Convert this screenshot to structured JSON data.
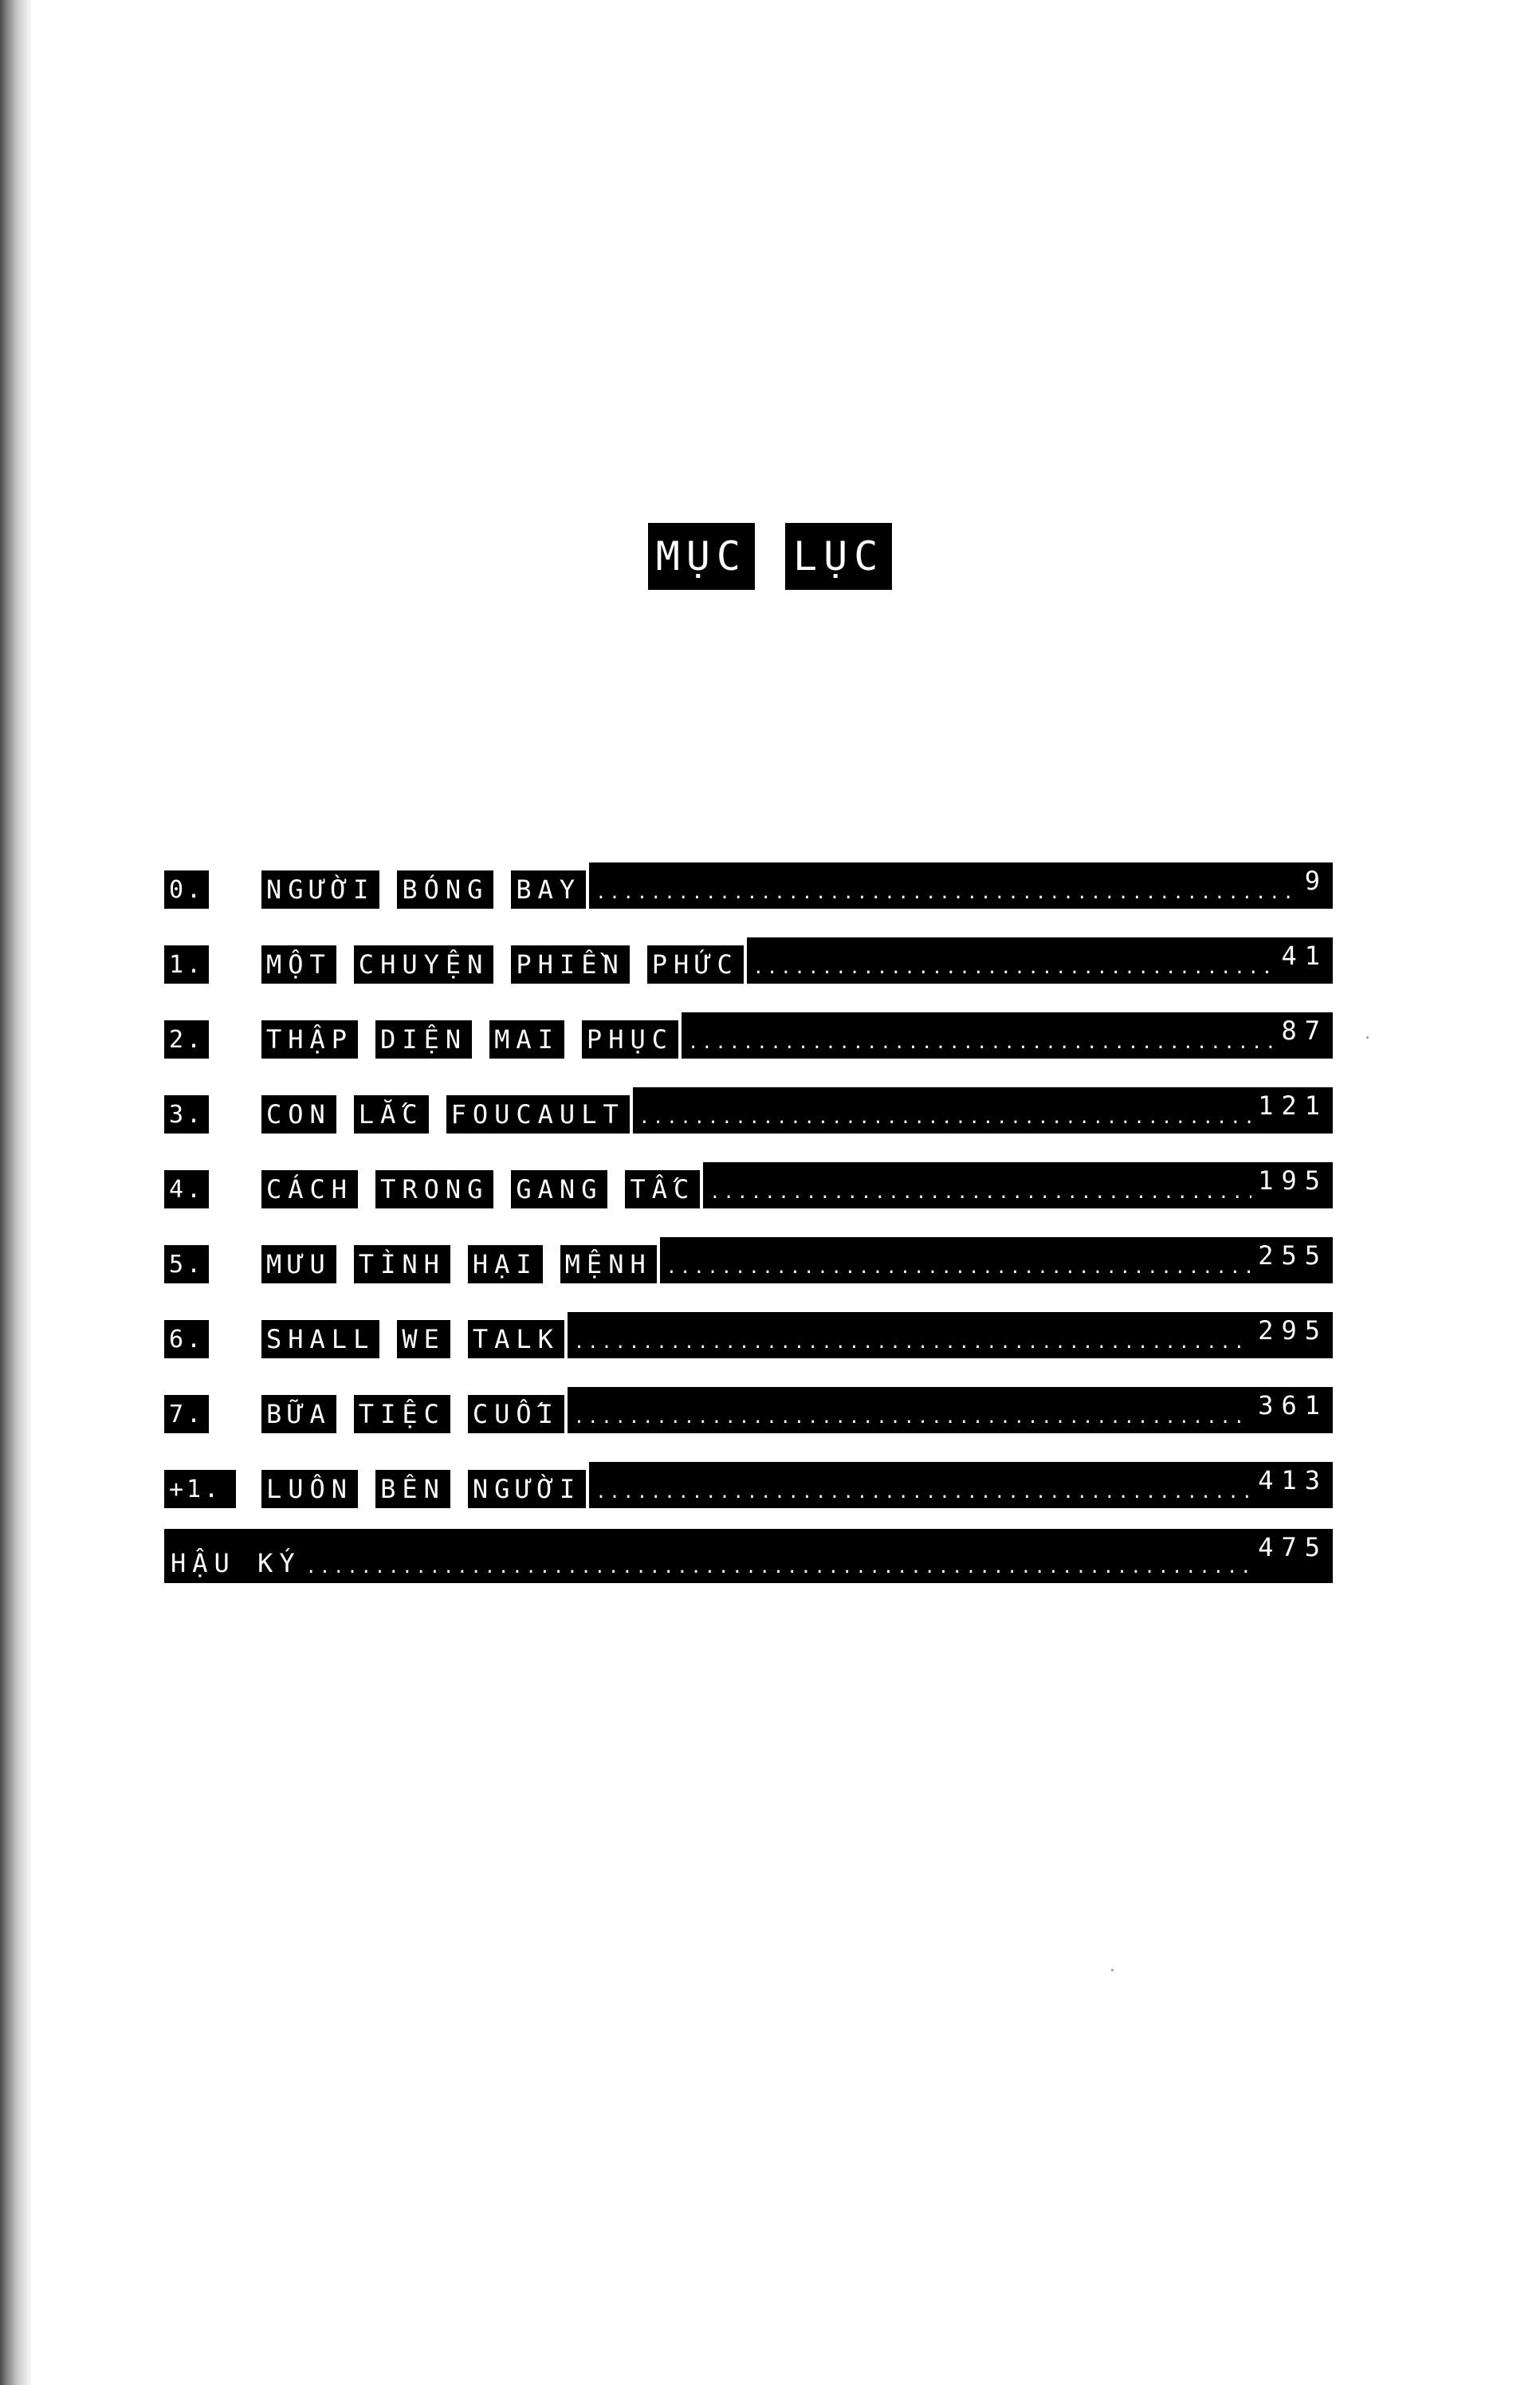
{
  "title": {
    "words": [
      "MỤC",
      "LỤC"
    ]
  },
  "dots": "........................................................................................................................................",
  "toc": [
    {
      "num": "0.",
      "words": [
        "NGƯỜI",
        "BÓNG",
        "BAY"
      ],
      "page": "9"
    },
    {
      "num": "1.",
      "words": [
        "MỘT",
        "CHUYỆN",
        "PHIỀN",
        "PHỨC"
      ],
      "page": "41"
    },
    {
      "num": "2.",
      "words": [
        "THẬP",
        "DIỆN",
        "MAI",
        "PHỤC"
      ],
      "page": "87"
    },
    {
      "num": "3.",
      "words": [
        "CON",
        "LẮC",
        "FOUCAULT"
      ],
      "page": "121"
    },
    {
      "num": "4.",
      "words": [
        "CÁCH",
        "TRONG",
        "GANG",
        "TẤC"
      ],
      "page": "195"
    },
    {
      "num": "5.",
      "words": [
        "MƯU",
        "TÌNH",
        "HẠI",
        "MỆNH"
      ],
      "page": "255"
    },
    {
      "num": "6.",
      "words": [
        "SHALL",
        "WE",
        "TALK"
      ],
      "page": "295"
    },
    {
      "num": "7.",
      "words": [
        "BỮA",
        "TIỆC",
        "CUỐI"
      ],
      "page": "361"
    },
    {
      "num": "+1.",
      "words": [
        "LUÔN",
        "BÊN",
        "NGƯỜI"
      ],
      "page": "413"
    }
  ],
  "afterword": {
    "label": "HẬU KÝ",
    "page": "475"
  }
}
